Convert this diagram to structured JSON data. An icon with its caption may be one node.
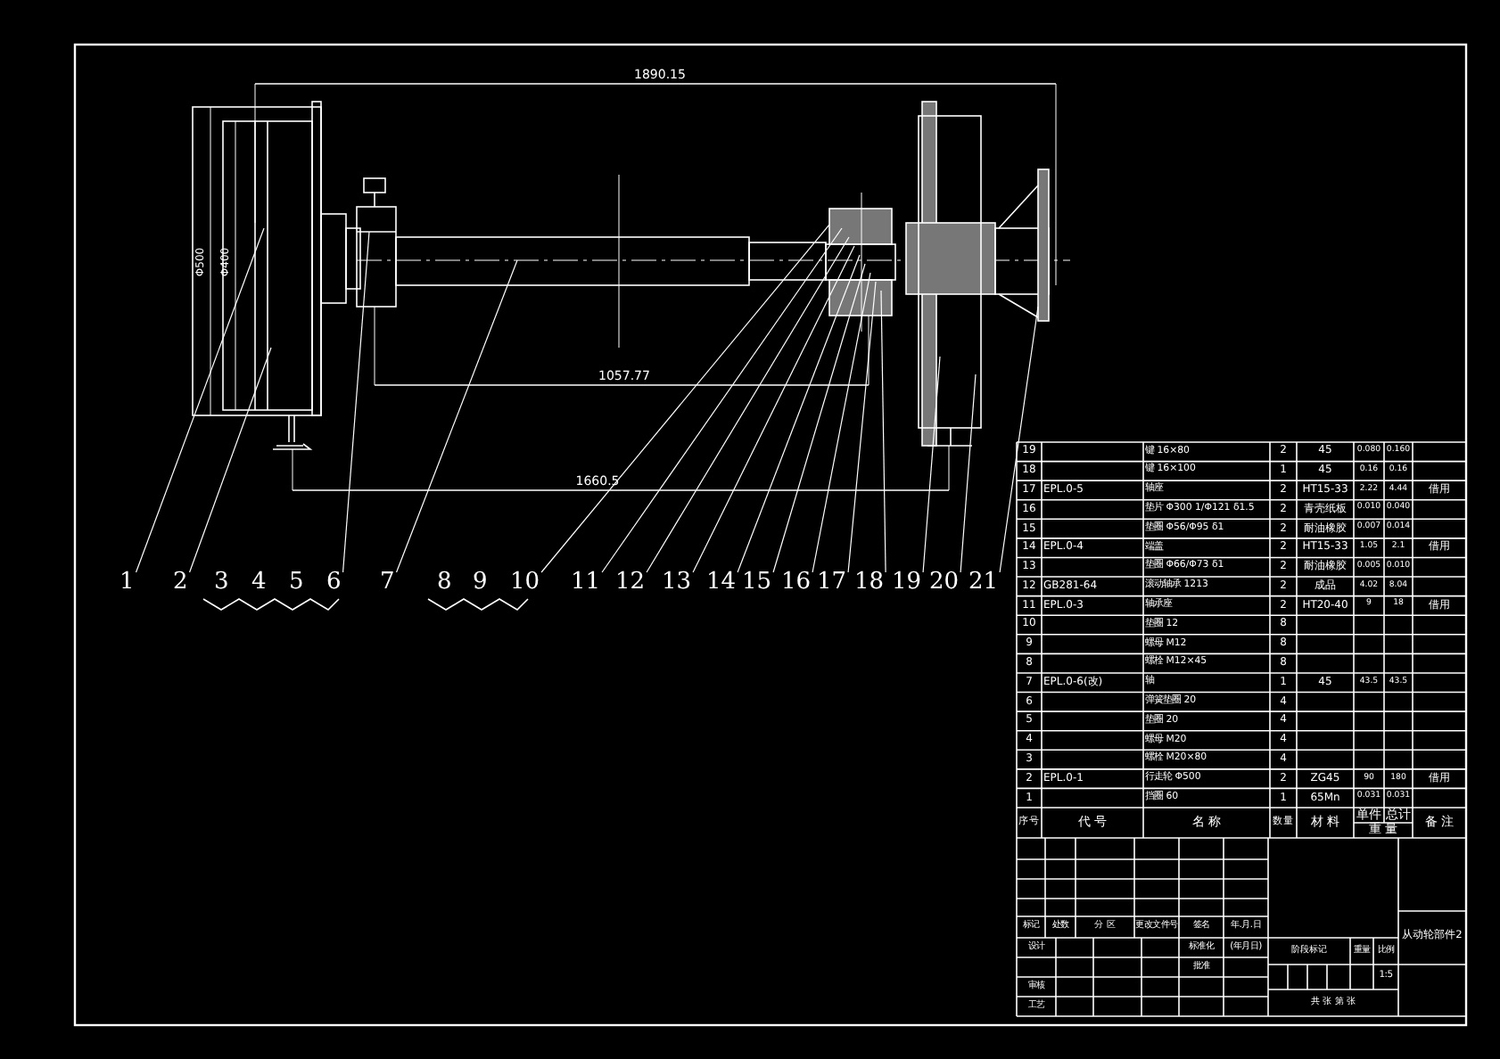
{
  "diagram": {
    "nodes": [
      {
        "text": [
          "1"
        ]
      },
      {
        "text": [
          "2"
        ]
      },
      {
        "text": [
          "3"
        ]
      },
      {
        "text": [
          "4"
        ]
      },
      {
        "text": [
          "5"
        ]
      },
      {
        "text": [
          "6"
        ]
      },
      {
        "text": [
          "7"
        ]
      },
      {
        "text": [
          "8"
        ]
      },
      {
        "text": [
          "9"
        ]
      },
      {
        "text": [
          "10"
        ]
      },
      {
        "text": [
          "11"
        ]
      },
      {
        "text": [
          "12"
        ]
      },
      {
        "text": [
          "13"
        ]
      },
      {
        "text": [
          "14"
        ]
      },
      {
        "text": [
          "15"
        ]
      },
      {
        "text": [
          "16"
        ]
      },
      {
        "text": [
          "17"
        ]
      },
      {
        "text": [
          "18"
        ]
      },
      {
        "text": [
          "19"
        ]
      },
      {
        "text": [
          "20"
        ]
      },
      {
        "text": [
          "21"
        ]
      }
    ],
    "edges": [
      {
        "from": 0,
        "to": null,
        "arrow": "none"
      },
      {
        "from": 1,
        "to": null,
        "arrow": "none"
      },
      {
        "from": 2,
        "to": null,
        "arrow": "none"
      },
      {
        "from": 3,
        "to": null,
        "arrow": "none"
      },
      {
        "from": 4,
        "to": null,
        "arrow": "none"
      },
      {
        "from": 5,
        "to": null,
        "arrow": "none"
      },
      {
        "from": 6,
        "to": null,
        "arrow": "none"
      },
      {
        "from": 7,
        "to": null,
        "arrow": "none"
      },
      {
        "from": 8,
        "to": null,
        "arrow": "none"
      },
      {
        "from": 9,
        "to": null,
        "arrow": "none"
      },
      {
        "from": 10,
        "to": null,
        "arrow": "none"
      },
      {
        "from": 11,
        "to": null,
        "arrow": "none"
      },
      {
        "from": 12,
        "to": null,
        "arrow": "none"
      },
      {
        "from": 13,
        "to": null,
        "arrow": "none"
      },
      {
        "from": 14,
        "to": null,
        "arrow": "none"
      },
      {
        "from": 15,
        "to": null,
        "arrow": "none"
      },
      {
        "from": 16,
        "to": null,
        "arrow": "none"
      },
      {
        "from": 17,
        "to": null,
        "arrow": "none"
      },
      {
        "from": 18,
        "to": null,
        "arrow": "none"
      },
      {
        "from": 19,
        "to": null,
        "arrow": "none"
      },
      {
        "from": 20,
        "to": null,
        "arrow": "none"
      }
    ],
    "labels": [
      "1890.15",
      "Φ500",
      "Φ400",
      "1057.77",
      "1660.5",
      "19",
      "键 16×80",
      "2",
      "45",
      "0.080",
      "0.160",
      "18",
      "键 16×100",
      "1",
      "45",
      "0.16",
      "0.16",
      "17",
      "EPL.0-5",
      "轴座",
      "2",
      "HT15-33",
      "2.22",
      "4.44",
      "借用",
      "16",
      "垫片 Φ300 1/Φ121 δ1.5",
      "2",
      "青壳纸板",
      "0.010",
      "0.040",
      "15",
      "垫圈 Φ56/Φ95 δ1",
      "2",
      "耐油橡胶",
      "0.007",
      "0.014",
      "14",
      "EPL.0-4",
      "端盖",
      "2",
      "HT15-33",
      "1.05",
      "2.1",
      "借用",
      "13",
      "垫圈 Φ66/Φ73 δ1",
      "2",
      "耐油橡胶",
      "0.005",
      "0.010",
      "12",
      "GB281-64",
      "滚动轴承 1213",
      "2",
      "成品",
      "4.02",
      "8.04",
      "11",
      "EPL.0-3",
      "轴承座",
      "2",
      "HT20-40",
      "9",
      "18",
      "借用",
      "10",
      "垫圈 12",
      "8",
      "9",
      "螺母 M12",
      "8",
      "8",
      "螺栓 M12×45",
      "8",
      "7",
      "EPL.0-6(改)",
      "轴",
      "1",
      "45",
      "43.5",
      "43.5",
      "6",
      "弹簧垫圈 20",
      "4",
      "5",
      "垫圈 20",
      "4",
      "4",
      "螺母 M20",
      "4",
      "3",
      "螺栓 M20×80",
      "4",
      "2",
      "EPL.0-1",
      "行走轮 Φ500",
      "2",
      "ZG45",
      "90",
      "180",
      "借用",
      "1",
      "挡圈 60",
      "1",
      "65Mn",
      "0.031",
      "0.031",
      "序号",
      "代 号",
      "名 称",
      "数量",
      "材 料",
      "单件",
      "总计",
      "重 量",
      "备 注",
      "标记",
      "处数",
      "分 区",
      "更改文件号",
      "签名",
      "年.月.日",
      "设计",
      "标准化",
      "(年月日)",
      "批准",
      "审核",
      "工艺",
      "阶段标记",
      "重量",
      "比例",
      "1:5",
      "共 张 第 张",
      "从动轮部件2"
    ]
  }
}
